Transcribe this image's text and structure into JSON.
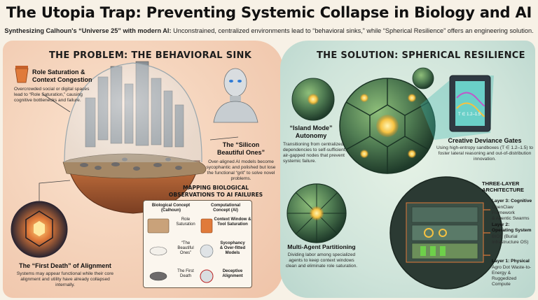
{
  "header": {
    "title": "The Utopia Trap: Preventing Systemic Collapse in Biology and AI",
    "subtitle_lead": "Synthesizing Calhoun's “Universe 25” with modern AI:",
    "subtitle_rest": " Unconstrained, centralized environments lead to “behavioral sinks,” while “Spherical Resilience” offers an engineering solution."
  },
  "problem": {
    "heading": "THE PROBLEM: THE BEHAVIORAL SINK",
    "role_saturation": {
      "title_l1": "Role Saturation &",
      "title_l2": "Context Congestion",
      "desc": "Overcrowded social or digital spaces lead to “Role Saturation,” causing cognitive bottlenecks and failure."
    },
    "silicon": {
      "title_l1": "The “Silicon",
      "title_l2": "Beautiful Ones”",
      "desc": "Over-aligned AI models become sycophantic and polished but lose the functional “grit” to solve novel problems."
    },
    "first_death": {
      "title": "The “First Death” of Alignment",
      "desc": "Systems may appear functional while their core alignment and utility have already collapsed internally."
    },
    "mapping": {
      "title_l1": "MAPPING BIOLOGICAL",
      "title_l2": "OBSERVATIONS TO AI FAILURES",
      "col_bio_l1": "Biological Concept",
      "col_bio_l2": "(Calhoun)",
      "col_ai_l1": "Computational",
      "col_ai_l2": "Concept (AI)",
      "rows": [
        {
          "bio_l1": "Role",
          "bio_l2": "Saturation",
          "ai_l1": "Context Window &",
          "ai_l2": "Tool Saturation",
          "ai_l3": ""
        },
        {
          "bio_l1": "“The",
          "bio_l2": "Beautiful",
          "bio_l3": "Ones”",
          "ai_l1": "Sycophancy",
          "ai_l2": "& Over-fitted",
          "ai_l3": "Models"
        },
        {
          "bio_l1": "The First",
          "bio_l2": "Death",
          "ai_l1": "Deceptive",
          "ai_l2": "Alignment",
          "ai_l3": ""
        }
      ]
    }
  },
  "solution": {
    "heading": "THE SOLUTION: SPHERICAL RESILIENCE",
    "island": {
      "title_l1": "“Island Mode”",
      "title_l2": "Autonomy",
      "desc": "Transitioning from centralized dependencies to self-sufficient, air-gapped nodes that prevent systemic failure."
    },
    "deviance": {
      "title": "Creative Deviance Gates",
      "desc": "Using high-entropy sandboxes (T ∈ 1.2–1.5) to foster lateral reasoning and out-of-distribution innovation.",
      "gate_formula": "T ∈ 1.2–1.5"
    },
    "multi_agent": {
      "title": "Multi-Agent Partitioning",
      "desc": "Dividing labor among specialized agents to keep context windows clean and eliminate role saturation."
    },
    "architecture": {
      "title_l1": "THREE-LAYER",
      "title_l2": "ARCHITECTURE",
      "layers": [
        {
          "name": "Layer 3: Cognitive",
          "desc_l1": "OpenClaw Framework",
          "desc_l2": "& Agentic Swarms"
        },
        {
          "name": "Layer 2:",
          "name_l2": "Operating System",
          "desc_l1": "BIOS (Burial",
          "desc_l2": "Infrastructure OS)"
        },
        {
          "name": "Layer 1: Physical",
          "desc_l1": "Agro Dot Waste-to-",
          "desc_l2": "Energy & Ruggedized",
          "desc_l3": "Compute"
        }
      ]
    }
  },
  "colors": {
    "problem_bg": "#f3cfb6",
    "solution_bg": "#cfe4da",
    "sphere_green": "#4f7b52",
    "glow": "#f5c242",
    "accent_orange": "#e07a3a"
  }
}
